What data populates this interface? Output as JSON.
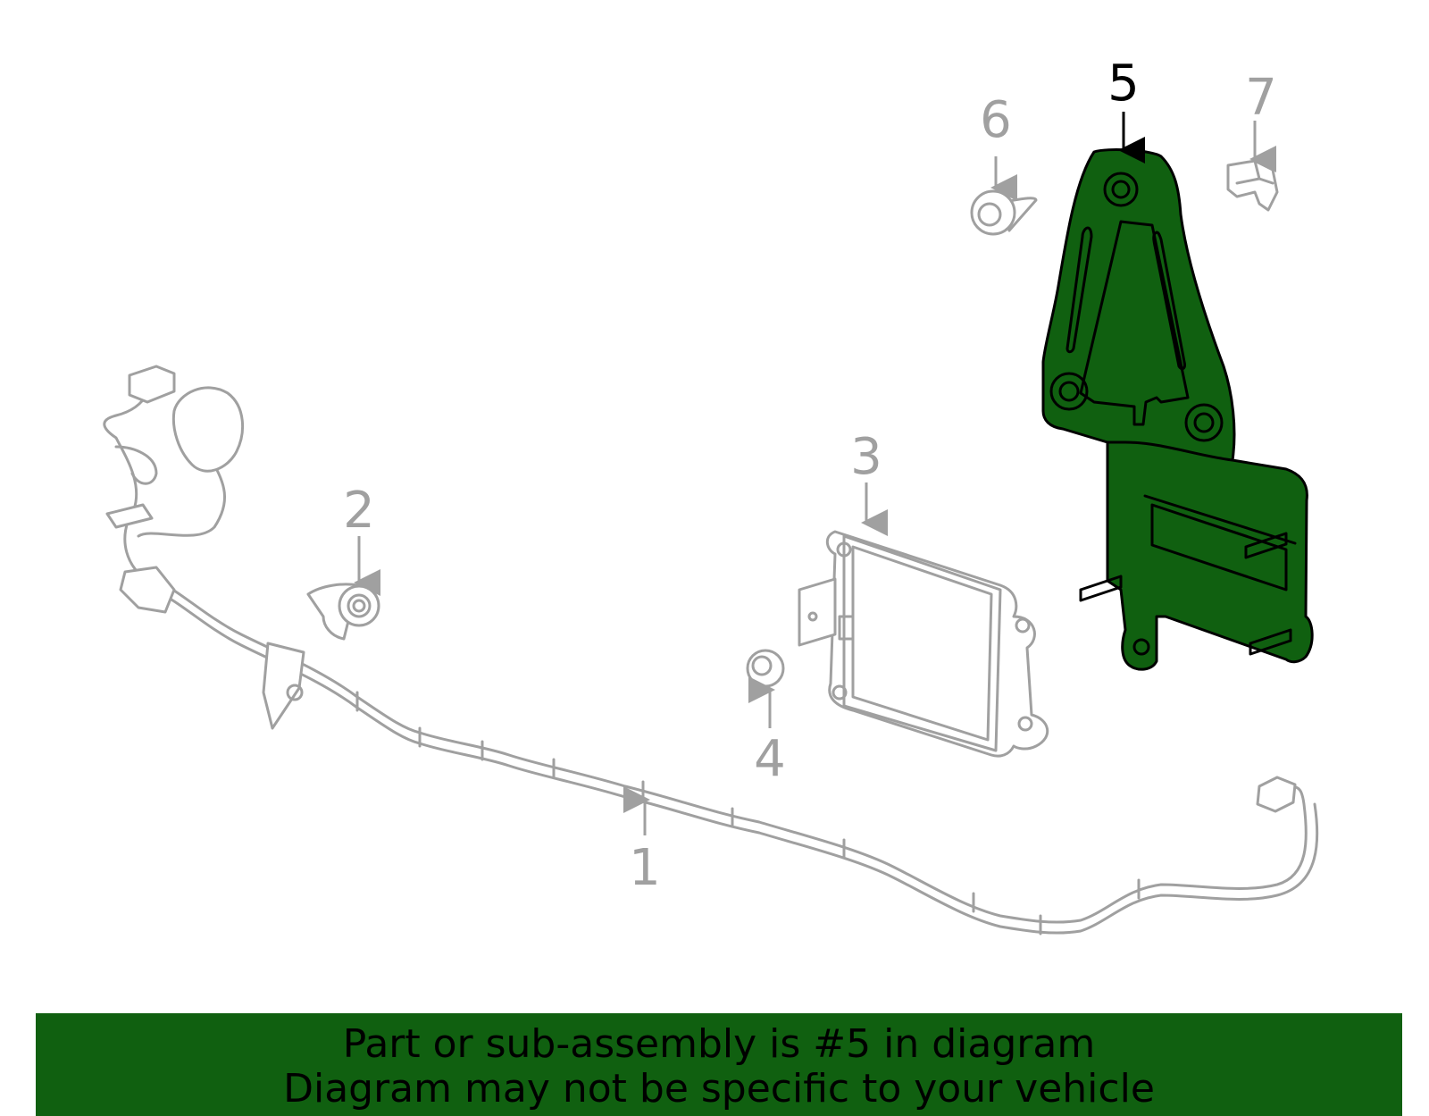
{
  "callouts": {
    "c1": "1",
    "c2": "2",
    "c3": "3",
    "c4": "4",
    "c5": "5",
    "c6": "6",
    "c7": "7"
  },
  "highlight": {
    "part_number": "5",
    "color": "#106010"
  },
  "banner": {
    "line1": "Part or sub-assembly is #5 in diagram",
    "line2": "Diagram may not be specific to your vehicle",
    "background": "#106010"
  },
  "colors": {
    "line_grey": "#a0a0a0",
    "highlight_green": "#106010"
  }
}
